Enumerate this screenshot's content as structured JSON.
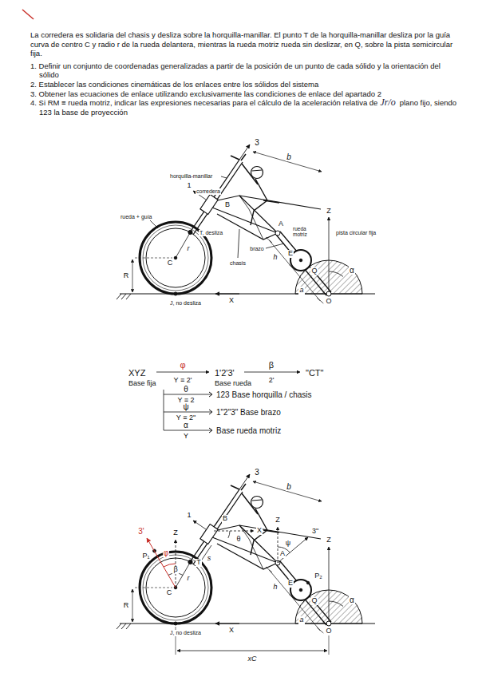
{
  "diagram": {
    "labels": [
      "La corredera es solidaria del chasis y desliza sobre la horquilla-manillar. El punto T de la horquilla-manillar desliza por la guía curva de centro C y radio r de la rueda delantera, mientras la rueda motriz rueda sin deslizar, en Q, sobre la pista semicircular fija.",
      "1. Definir un conjunto de coordenadas generalizadas a partir de la posición de un punto de cada sólido y la orientación del sólido",
      "2. Establecer las condiciones cinemáticas de los enlaces entre los sólidos del sistema",
      "3. Obtener las ecuaciones de enlace utilizando exclusivamente las condiciones de enlace del apartado 2",
      "4. Si RM ≡ rueda motriz, indicar las expresiones necesarias para el cálculo de la aceleración relativa de",
      "Jr/o",
      "plano fijo, siendo 123 la base de proyección",
      "3",
      "b",
      "horquilla-manillar",
      "1",
      "corredera",
      "rueda + guía",
      "T, desliza",
      "B",
      "A",
      "rueda motriz",
      "Z",
      "pista circular fija",
      "C",
      "r",
      "R",
      "chasis",
      "brazo",
      "E",
      "Q",
      "α",
      "a",
      "h",
      "O",
      "X",
      "J, no desliza",
      "XYZ",
      "φ",
      "Y ≡ 2'",
      "1'2'3'",
      "β",
      "2'",
      "\"CT\"",
      "Base fija",
      "Base rueda",
      "θ",
      "Y ≡ 2",
      "123 Base horquilla / chasis",
      "ψ",
      "Y ≡ 2\"",
      "1\"2\"3\" Base brazo",
      "α",
      "Y",
      "Base rueda motriz",
      "3",
      "b",
      "3'",
      "φ",
      "Z",
      "1",
      "P₁",
      "β",
      "T",
      "s",
      "B",
      "θ",
      "X",
      "3\"",
      "Z",
      "ψ",
      "Z",
      "A",
      "C",
      "r",
      "E",
      "Q",
      "P₂",
      "α",
      "R",
      "a",
      "h",
      "O",
      "X",
      "J, no desliza",
      "xC"
    ]
  }
}
